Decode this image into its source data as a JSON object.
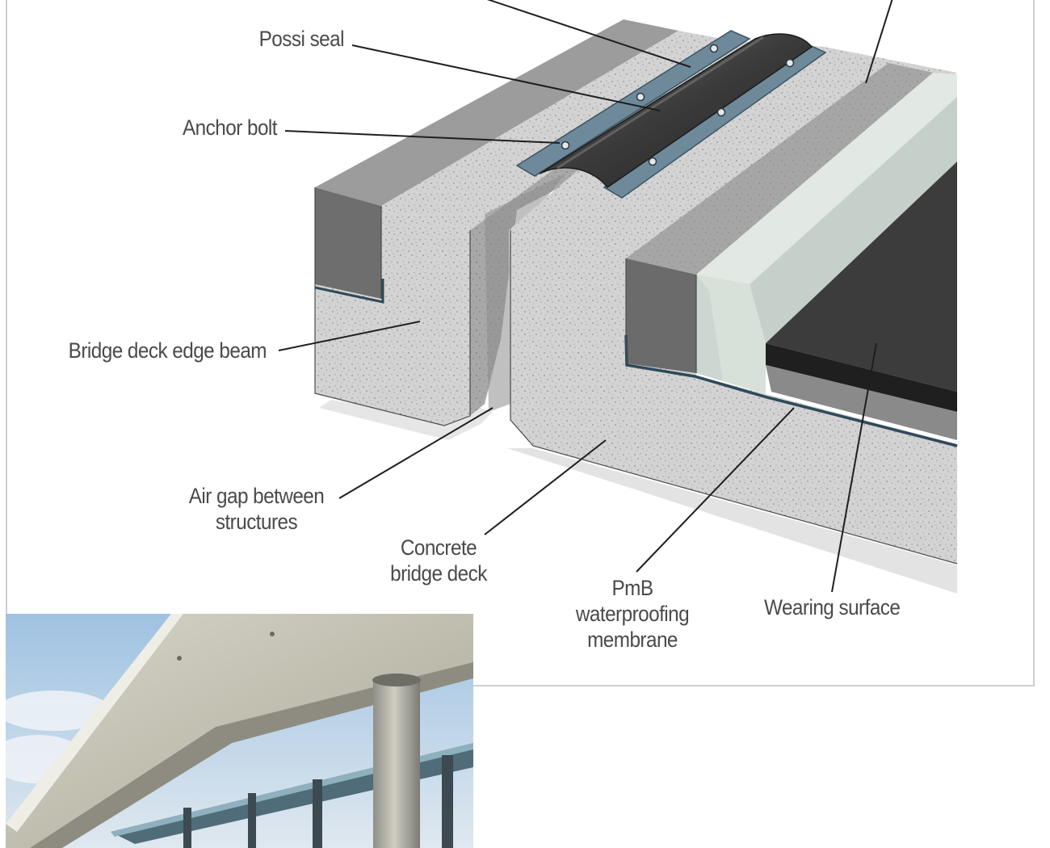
{
  "diagram": {
    "labels": {
      "possi_seal": "Possi seal",
      "anchor_bolt": "Anchor bolt",
      "edge_beam": "Bridge deck edge beam",
      "air_gap": "Air gap between structures",
      "concrete_deck": "Concrete bridge deck",
      "membrane": "PmB waterproofing membrane",
      "wearing_surface": "Wearing surface"
    },
    "colors": {
      "edge_beam_top": "#9a9a9a",
      "edge_beam_side": "#6d6d6d",
      "concrete": "#d2d2d2",
      "seal": "#3e3e3e",
      "steel_strip": "#6e8a9a",
      "membrane": "#2e4a5a",
      "wearing_surface": "#3c3c3c",
      "screed": "#c8d2cc"
    }
  },
  "photo": {
    "subject": "bridge-underside-photo"
  }
}
